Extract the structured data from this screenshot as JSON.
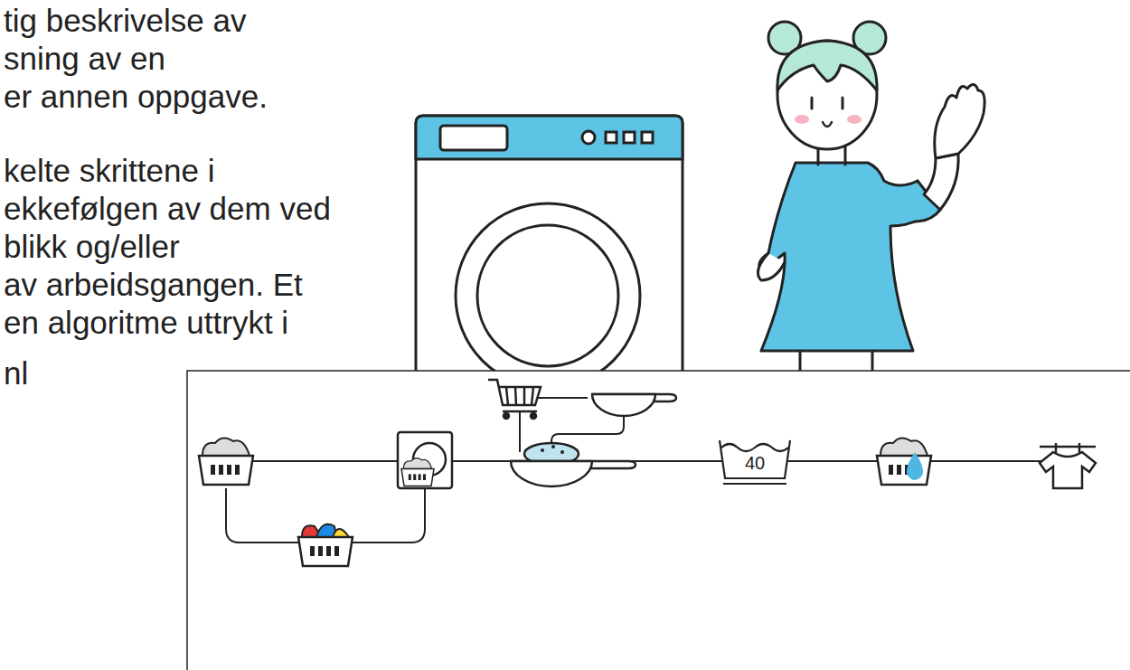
{
  "diagram": {
    "nodes": [
      {
        "text": [
          "40"
        ]
      }
    ],
    "labels": [
      "tig beskrivelse av",
      "sning av en",
      "er annen oppgave.",
      "kelte skrittene i",
      "ekkefølgen av dem ved",
      "blikk og/eller",
      "av arbeidsgangen. Et",
      "en algoritme uttrykt i",
      "nl"
    ]
  }
}
